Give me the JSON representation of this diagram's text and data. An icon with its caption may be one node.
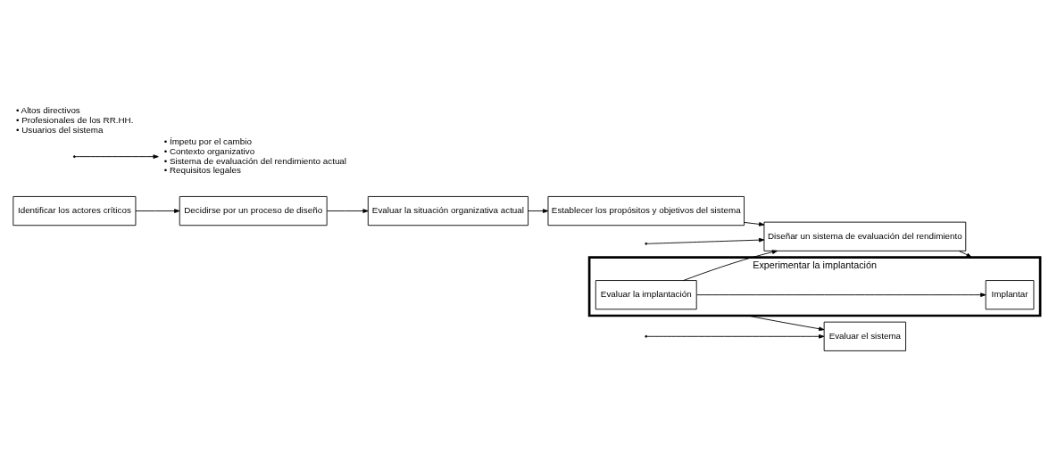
{
  "diagram": {
    "nodes": [
      {
        "text": [
          "Identificar los actores críticos"
        ]
      },
      {
        "text": [
          "Decidirse por un proceso de diseño"
        ]
      },
      {
        "text": [
          "Evaluar la situación organizativa actual"
        ]
      },
      {
        "text": [
          "Establecer los propósitos y objetivos del sistema"
        ]
      },
      {
        "text": [
          "Diseñar un sistema de evaluación del rendimiento"
        ]
      },
      {
        "text": [
          "Experimentar la implantación"
        ]
      },
      {
        "text": [
          "Implantar"
        ],
        "in": 5
      },
      {
        "text": [
          "Evaluar la implantación"
        ],
        "in": 5
      },
      {
        "text": [
          "Evaluar el sistema"
        ]
      },
      {
        "text": [
          "• Ímpetu por el cambio",
          "• Contexto organizativo",
          "• Sistema de evaluación del rendimiento actual",
          "• Requisitos legales"
        ]
      }
    ],
    "edges": [
      {
        "from": 0,
        "to": 1,
        "arrow": "to"
      },
      {
        "from": 1,
        "to": 2,
        "arrow": "to"
      },
      {
        "from": 2,
        "to": 3,
        "arrow": "to"
      },
      {
        "from": 3,
        "to": 4,
        "arrow": "to"
      },
      {
        "from": 4,
        "to": 5,
        "arrow": "to"
      },
      {
        "from": 5,
        "to": 8,
        "arrow": "to"
      },
      {
        "from": 7,
        "to": 6,
        "arrow": "to"
      },
      {
        "from": 7,
        "to": 4,
        "arrow": "to"
      },
      {
        "from": null,
        "to": 9,
        "arrow": "to"
      },
      {
        "from": null,
        "to": 4,
        "arrow": "to"
      },
      {
        "from": null,
        "to": 8,
        "arrow": "to"
      }
    ],
    "labels": [
      "• Altos directivos",
      "• Profesionales de los RR.HH.",
      "• Usuarios del sistema"
    ]
  }
}
